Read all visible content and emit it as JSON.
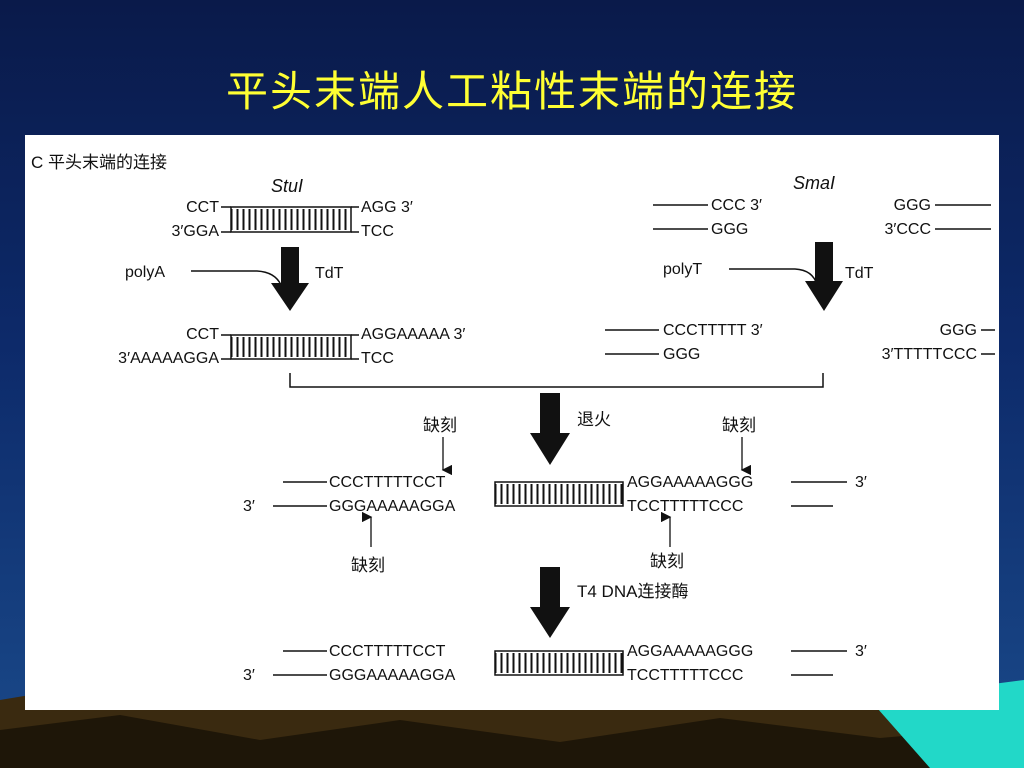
{
  "title": "平头末端人工粘性末端的连接",
  "figure": {
    "panel_label": "C 平头末端的连接",
    "left": {
      "enzyme": "StuI",
      "top_left": "CCT",
      "top_right": "AGG 3′",
      "bottom_left": "3′GGA",
      "bottom_right": "TCC",
      "tail_label": "polyA",
      "enzyme2": "TdT",
      "res_top_left": "CCT",
      "res_top_right": "AGGAAAAA 3′",
      "res_bottom_left": "3′AAAAAGGA",
      "res_bottom_right": "TCC"
    },
    "right": {
      "enzyme": "SmaI",
      "top_a": "CCC 3′",
      "bottom_a": "GGG",
      "top_b": "GGG",
      "bottom_b": "3′CCC",
      "tail_label": "polyT",
      "enzyme2": "TdT",
      "res_top_a": "CCCTTTTT 3′",
      "res_bottom_a": "GGG",
      "res_top_b": "GGG",
      "res_bottom_b": "3′TTTTTCCC"
    },
    "annealing": {
      "step_label": "退火",
      "nick_label": "缺刻",
      "top_left": "CCCTTTTTCCT",
      "top_right": "AGGAAAAAGGG",
      "bottom_left": "GGGAAAAAGGA",
      "bottom_right": "TCCTTTTTCCC",
      "prime_right": "3′",
      "prime_left": "3′"
    },
    "ligation": {
      "step_label": "T4 DNA连接酶",
      "top_left": "CCCTTTTTCCT",
      "top_right": "AGGAAAAAGGG",
      "bottom_left": "GGGAAAAAGGA",
      "bottom_right": "TCCTTTTTCCC",
      "prime_right": "3′",
      "prime_left": "3′"
    }
  },
  "colors": {
    "title": "#ffff33",
    "background_top": "#0a1a4a",
    "background_bottom": "#1a4a8a",
    "panel": "#ffffff",
    "ink": "#111111"
  }
}
